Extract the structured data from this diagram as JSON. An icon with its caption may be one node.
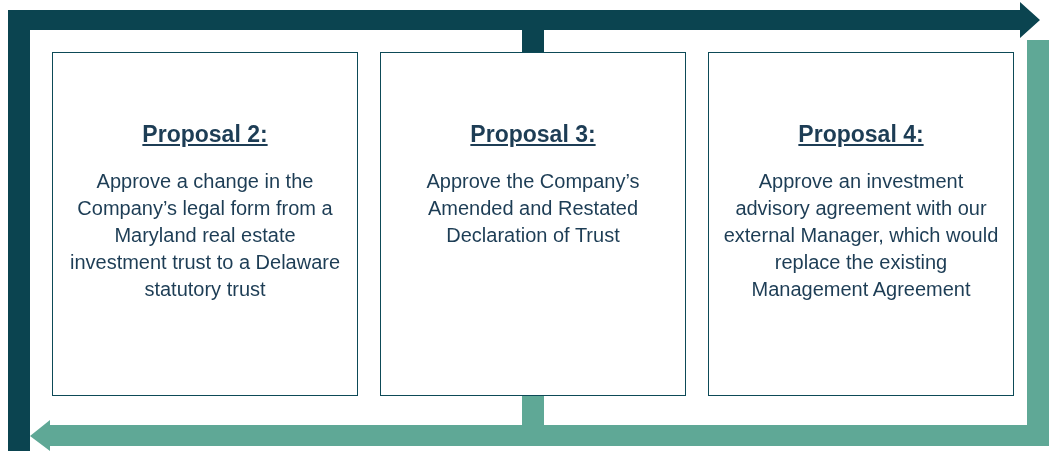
{
  "diagram": {
    "nodes": [
      {
        "text": [
          "Proposal 2:",
          "Approve a change in the Company’s legal form from a Maryland real estate investment trust to a Delaware statutory trust"
        ]
      },
      {
        "text": [
          "Proposal 3:",
          "Approve the Company’s Amended and Restated Declaration of Trust"
        ]
      },
      {
        "text": [
          "Proposal 4:",
          "Approve an investment advisory agreement with our external Manager, which would replace the existing Management Agreement"
        ]
      }
    ]
  }
}
